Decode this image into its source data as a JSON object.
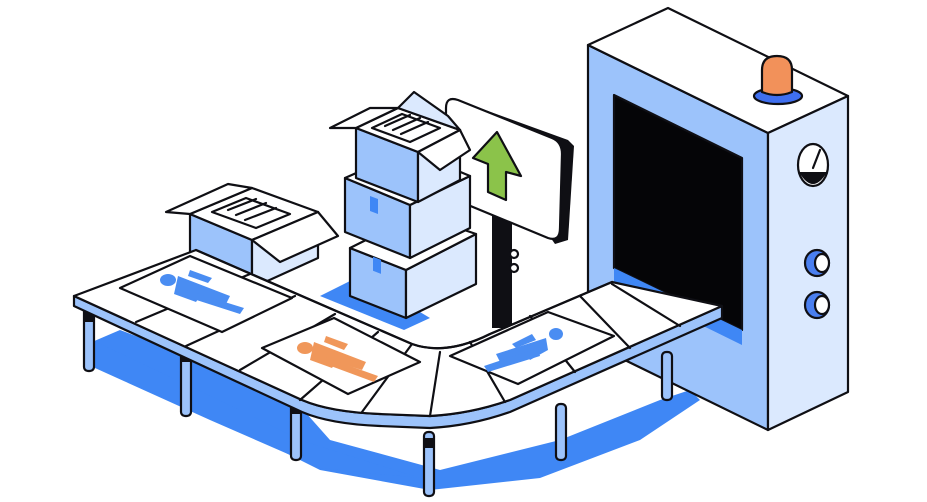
{
  "colors": {
    "outline": "#0f0f14",
    "shadow_blue": "#3f87f5",
    "panel_blue": "#9cc3fb",
    "pale_blue": "#dbe9fe",
    "white": "#ffffff",
    "person_blue": "#4a8df2",
    "person_orange": "#f0975a",
    "arrow_green": "#8bc34a",
    "beacon_orange": "#f2915a",
    "beacon_base": "#3f6ff0",
    "knob_blue": "#4a7ff0",
    "chute_black": "#050507"
  },
  "icons": [
    "conveyor-belt-icon",
    "cardboard-box-icon",
    "person-card-icon",
    "up-arrow-sign-icon",
    "machine-cabinet-icon",
    "warning-beacon-icon",
    "pressure-gauge-icon",
    "control-knob-icon"
  ],
  "person_cards": [
    {
      "color": "blue",
      "position": "left"
    },
    {
      "color": "orange",
      "position": "middle"
    },
    {
      "color": "blue",
      "position": "right"
    }
  ],
  "box_stack": {
    "count": 3,
    "top_open": true
  },
  "gauge": {
    "needle": "up-right"
  }
}
